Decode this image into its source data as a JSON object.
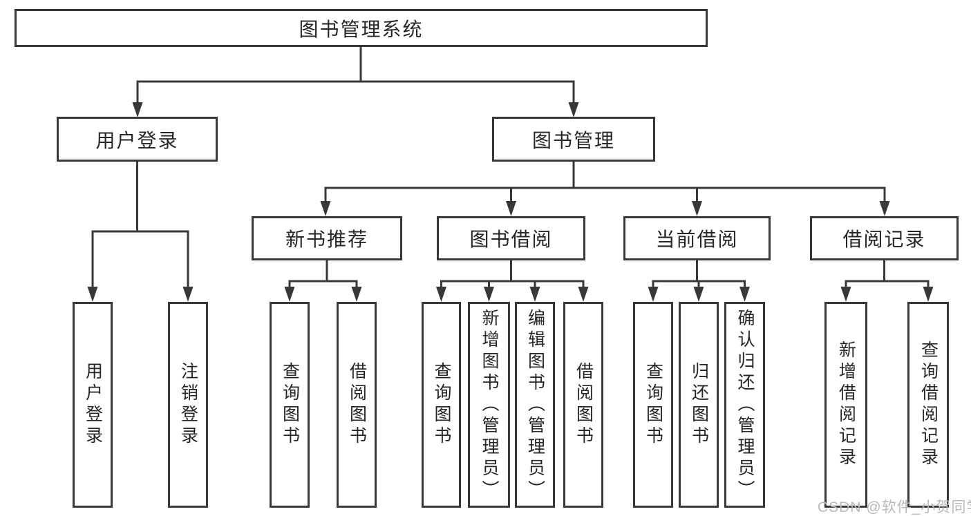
{
  "tree": {
    "label": "图书管理系统",
    "children": [
      {
        "label": "用户登录",
        "children": [
          {
            "label": "用户登录"
          },
          {
            "label": "注销登录"
          }
        ]
      },
      {
        "label": "图书管理",
        "children": [
          {
            "label": "新书推荐",
            "children": [
              {
                "label": "查询图书"
              },
              {
                "label": "借阅图书"
              }
            ]
          },
          {
            "label": "图书借阅",
            "children": [
              {
                "label": "查询图书"
              },
              {
                "label": "新增图书（管理员）"
              },
              {
                "label": "编辑图书（管理员）"
              },
              {
                "label": "借阅图书"
              }
            ]
          },
          {
            "label": "当前借阅",
            "children": [
              {
                "label": "查询图书"
              },
              {
                "label": "归还图书"
              },
              {
                "label": "确认归还（管理员）"
              }
            ]
          },
          {
            "label": "借阅记录",
            "children": [
              {
                "label": "新增借阅记录"
              },
              {
                "label": "查询借阅记录"
              }
            ]
          }
        ]
      }
    ]
  },
  "watermark": {
    "text": "CSDN @软件_小贺同学"
  },
  "style": {
    "line_color": "#383838",
    "box_border_color": "#383838",
    "box_fill": "#ffffff",
    "text_color": "#262626",
    "watermark_color": "#b9b9b9",
    "background": "#ffffff"
  }
}
